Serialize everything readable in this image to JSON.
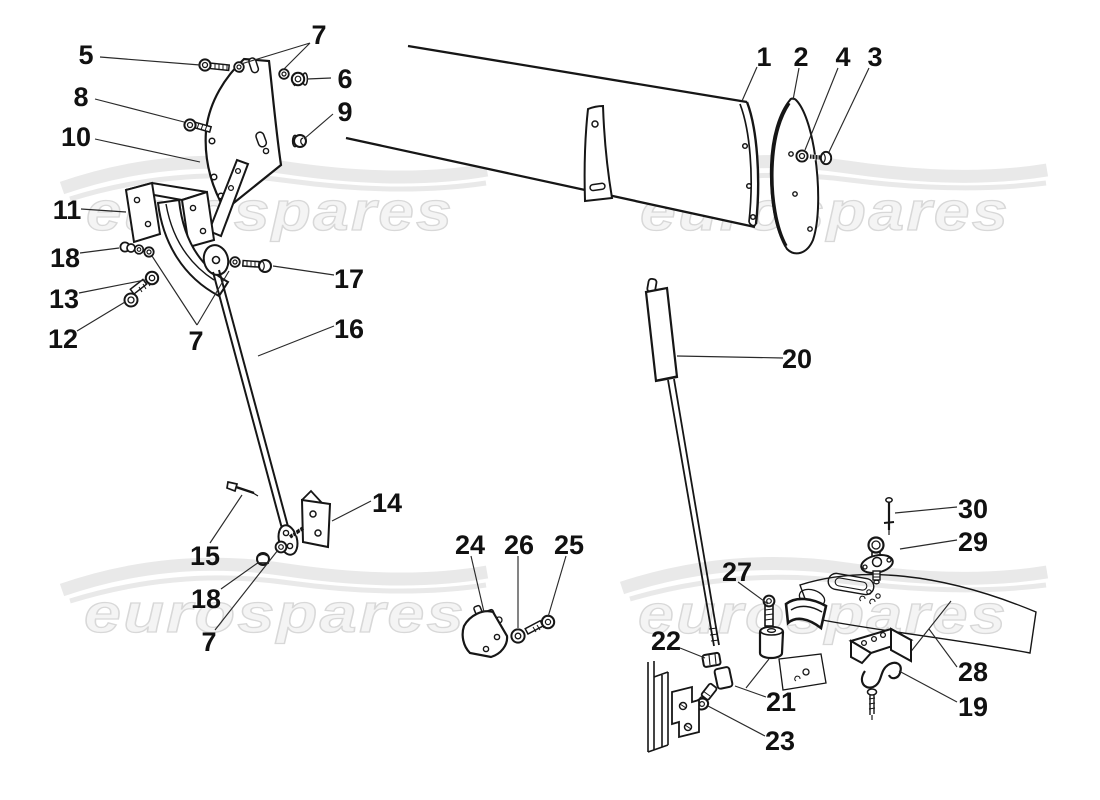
{
  "diagram": {
    "watermark": "eurospares",
    "callouts": [
      {
        "id": "5",
        "n": "5"
      },
      {
        "id": "7-top",
        "n": "7"
      },
      {
        "id": "6",
        "n": "6"
      },
      {
        "id": "8",
        "n": "8"
      },
      {
        "id": "9",
        "n": "9"
      },
      {
        "id": "10",
        "n": "10"
      },
      {
        "id": "11",
        "n": "11"
      },
      {
        "id": "18-upper",
        "n": "18"
      },
      {
        "id": "13",
        "n": "13"
      },
      {
        "id": "12",
        "n": "12"
      },
      {
        "id": "7-mid",
        "n": "7"
      },
      {
        "id": "17",
        "n": "17"
      },
      {
        "id": "16",
        "n": "16"
      },
      {
        "id": "15",
        "n": "15"
      },
      {
        "id": "14",
        "n": "14"
      },
      {
        "id": "18-lower",
        "n": "18"
      },
      {
        "id": "7-bottom",
        "n": "7"
      },
      {
        "id": "1",
        "n": "1"
      },
      {
        "id": "2",
        "n": "2"
      },
      {
        "id": "4",
        "n": "4"
      },
      {
        "id": "3",
        "n": "3"
      },
      {
        "id": "20",
        "n": "20"
      },
      {
        "id": "24",
        "n": "24"
      },
      {
        "id": "26",
        "n": "26"
      },
      {
        "id": "25",
        "n": "25"
      },
      {
        "id": "22",
        "n": "22"
      },
      {
        "id": "27",
        "n": "27"
      },
      {
        "id": "21",
        "n": "21"
      },
      {
        "id": "23",
        "n": "23"
      },
      {
        "id": "30",
        "n": "30"
      },
      {
        "id": "29",
        "n": "29"
      },
      {
        "id": "28",
        "n": "28"
      },
      {
        "id": "19",
        "n": "19"
      }
    ]
  },
  "colors": {
    "line": "#161616",
    "background": "#ffffff",
    "watermark_fill": "#f4f4f4",
    "watermark_stroke": "#d8d8d8",
    "swoosh": "#e9e9e9"
  }
}
